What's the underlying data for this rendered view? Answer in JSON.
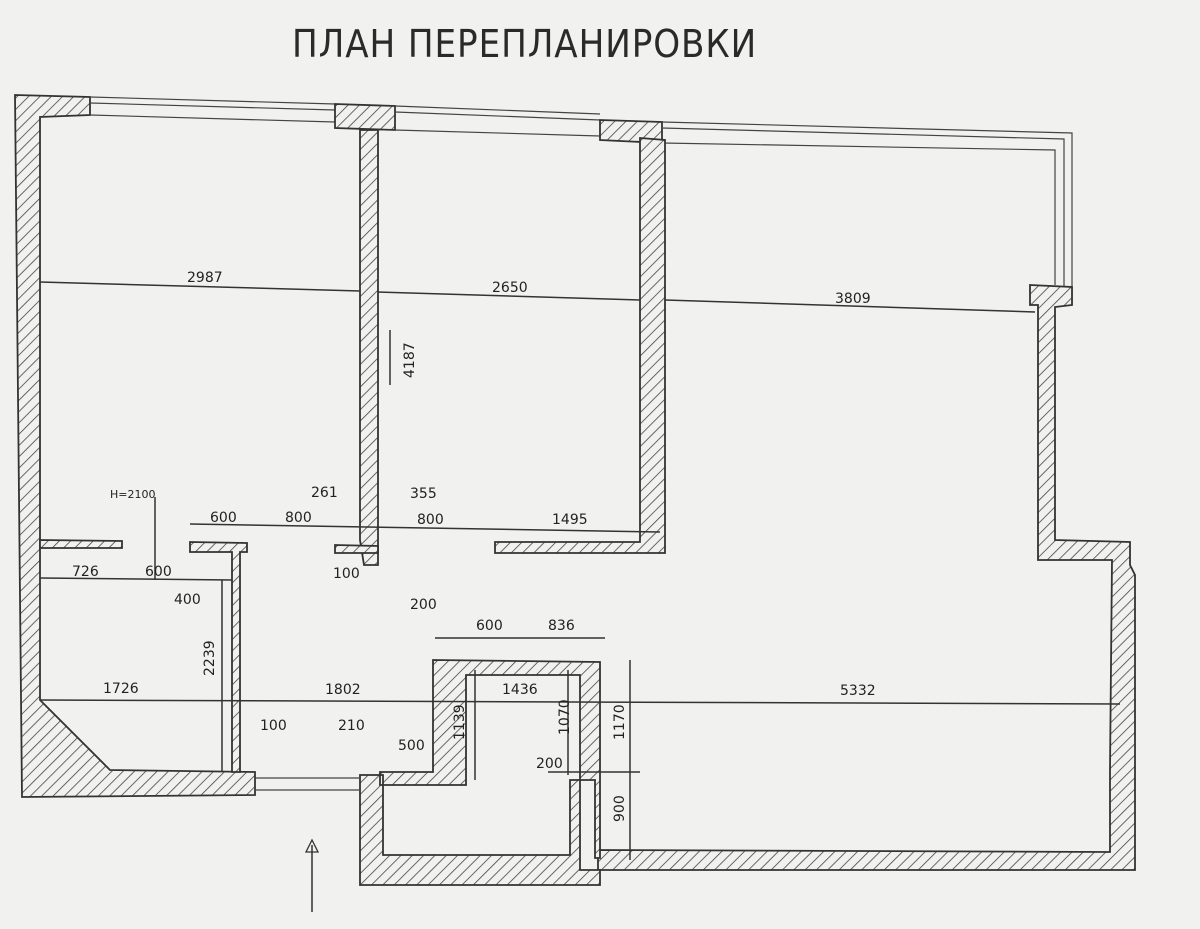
{
  "title": "ПЛАН ПЕРЕПЛАНИРОВКИ",
  "dimensions": {
    "room1_width": "2987",
    "room2_width": "2650",
    "room3_width": "3809",
    "partition_height": "4187",
    "door_height": "H=2100",
    "d600a": "600",
    "d800a": "800",
    "d261": "261",
    "d355": "355",
    "d800b": "800",
    "d1495": "1495",
    "d726": "726",
    "d600b": "600",
    "d400": "400",
    "d100a": "100",
    "d200a": "200",
    "d600c": "600",
    "d836": "836",
    "d1726": "1726",
    "d2239": "2239",
    "d1802": "1802",
    "d1436": "1436",
    "d5332": "5332",
    "d1139": "1139",
    "d1070": "1070",
    "d1170": "1170",
    "d100b": "100",
    "d210": "210",
    "d500": "500",
    "d200b": "200",
    "d900": "900"
  }
}
